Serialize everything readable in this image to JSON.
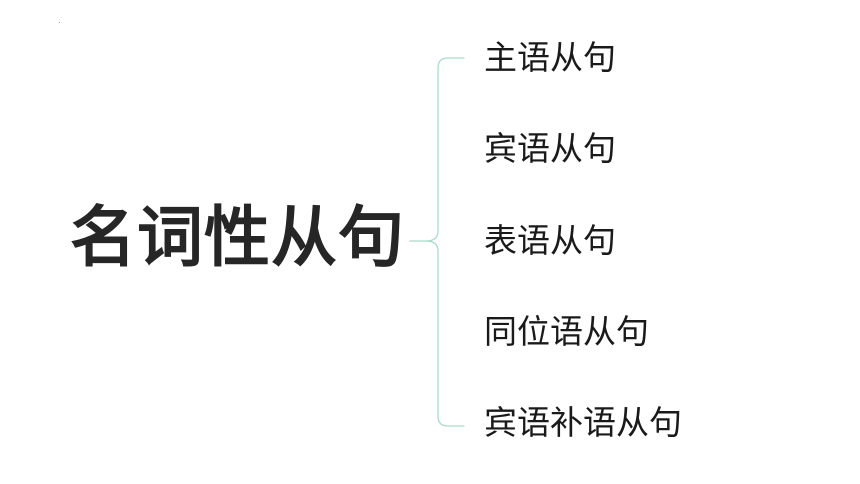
{
  "diagram": {
    "root": "名词性从句",
    "branches": [
      {
        "label": "主语从句"
      },
      {
        "label": "宾语从句"
      },
      {
        "label": "表语从句"
      },
      {
        "label": "同位语从句"
      },
      {
        "label": "宾语补语从句"
      }
    ],
    "colors": {
      "bracket": "#a8dccb",
      "root_text": "#262626",
      "branch_text": "#1a1a1a",
      "background": "#ffffff"
    }
  }
}
